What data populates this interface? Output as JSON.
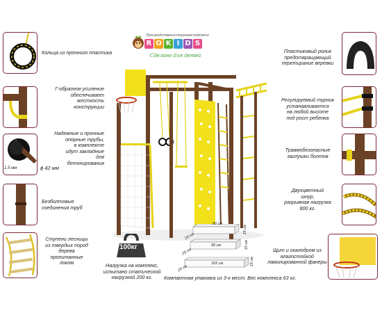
{
  "logo": {
    "caption": "Производственно-торговая компания",
    "letters": [
      "R",
      "O",
      "K",
      "I",
      "D",
      "S"
    ],
    "letter_colors": [
      "#e94f8a",
      "#f2a21b",
      "#5bb52f",
      "#3aa0d8",
      "#9b59b6",
      "#e94f8a"
    ],
    "tagline": "Сделано для детей"
  },
  "features": {
    "rings": "Кольца из прочного пластика",
    "l_bracket": [
      "Г-образное усиление",
      "обеспечивает",
      "жесткость",
      "конструкции"
    ],
    "pipes": [
      "Надежные и прочные",
      "опорные трубы,",
      "в комплекте",
      "идут закладные",
      "для",
      "бетонирования"
    ],
    "pipe_wall": "1.5 мм",
    "pipe_diameter": "ϕ 42 мм",
    "boltless": [
      "Безболтовые",
      "соединения труб"
    ],
    "ladder": [
      "Ступени лесницы",
      "из твердых пород",
      "дерева",
      "пропитанные",
      "локом"
    ],
    "roller": [
      "Пластиковый ролик",
      "предотвращающий",
      "перетирание веревки"
    ],
    "bar": [
      "Регулируемый турник",
      "устанавливается",
      "на любой высоте",
      "под рост ребенка"
    ],
    "caps": [
      "Травмобезопасные",
      "заглушки болтов"
    ],
    "cord": [
      "Двухцветный",
      "шнур,",
      "разрывная нагрузка",
      "800 кг."
    ],
    "shield": [
      "Щит и скалодром из",
      "влагостойкой",
      "ламинированной фанеры"
    ]
  },
  "weight": {
    "badge": "100кг",
    "text": [
      "Нагрузка на комплекс,",
      "испытано статической",
      "нагрузкой 200 кг."
    ]
  },
  "packaging": {
    "boxes": [
      {
        "length": "90 см",
        "height": "15 см",
        "depth": "25 см"
      },
      {
        "length": "95 см",
        "height": "15 см",
        "depth": "25 см"
      },
      {
        "length": "165 см",
        "height": "15 см",
        "depth": "25 см"
      }
    ],
    "caption": "Компактная упаковка из 3-х мест. Вес комплекса 63 кг."
  },
  "colors": {
    "brown": "#6b4226",
    "yellow": "#f2e01a",
    "frame": "#7a2a3a"
  }
}
